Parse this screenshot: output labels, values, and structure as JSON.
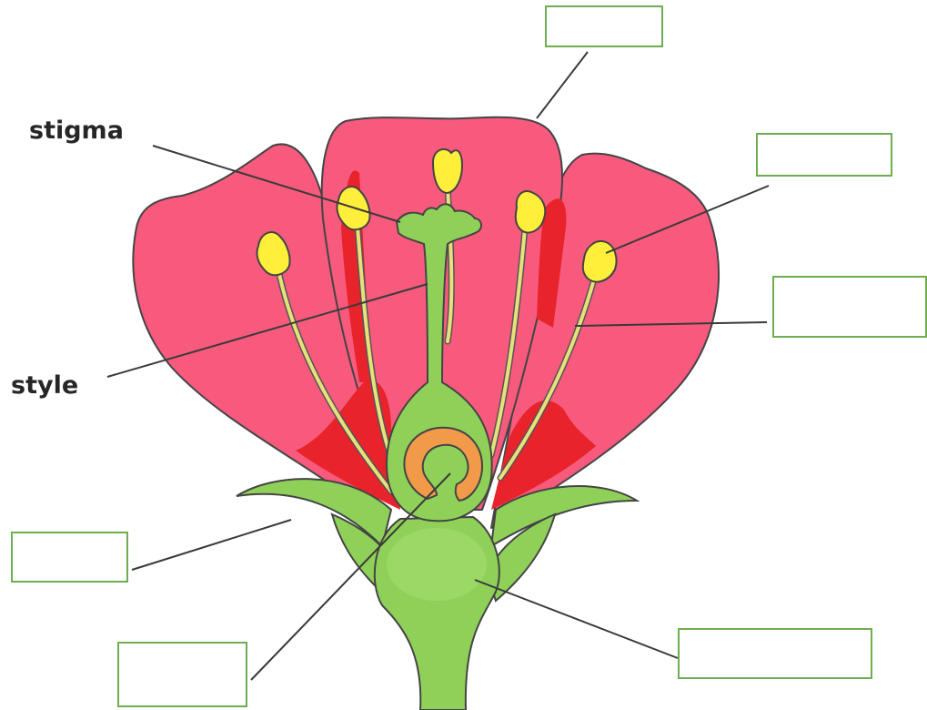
{
  "diagram": {
    "labels": {
      "stigma": "stigma",
      "style": "style"
    },
    "blank_boxes": [
      {
        "id": "petal",
        "text": ""
      },
      {
        "id": "anther",
        "text": ""
      },
      {
        "id": "filament",
        "text": ""
      },
      {
        "id": "sepal",
        "text": ""
      },
      {
        "id": "ovary",
        "text": ""
      },
      {
        "id": "receptacle",
        "text": ""
      }
    ],
    "colors": {
      "petal": "#f85a7e",
      "petal_inner": "#e8232b",
      "pistil": "#8fd158",
      "anther": "#ffee3a",
      "ovule": "#f09a4a",
      "box_border": "#6fae4f",
      "leader_line": "#3a3a3a"
    }
  }
}
